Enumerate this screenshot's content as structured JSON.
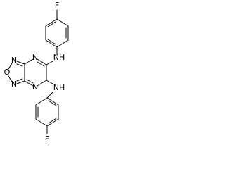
{
  "molecule": {
    "atoms": {
      "f_top": "F",
      "nh_top": "NH",
      "n_pyrazine_top": "N",
      "n_ring_left_top": "N",
      "o_ring": "O",
      "n_ring_left_bottom": "N",
      "n_pyrazine_bottom": "N",
      "nh_bottom": "NH",
      "f_bottom": "F"
    }
  },
  "colors": {
    "bond": "#000000",
    "label": "#000000",
    "background": "#ffffff"
  }
}
